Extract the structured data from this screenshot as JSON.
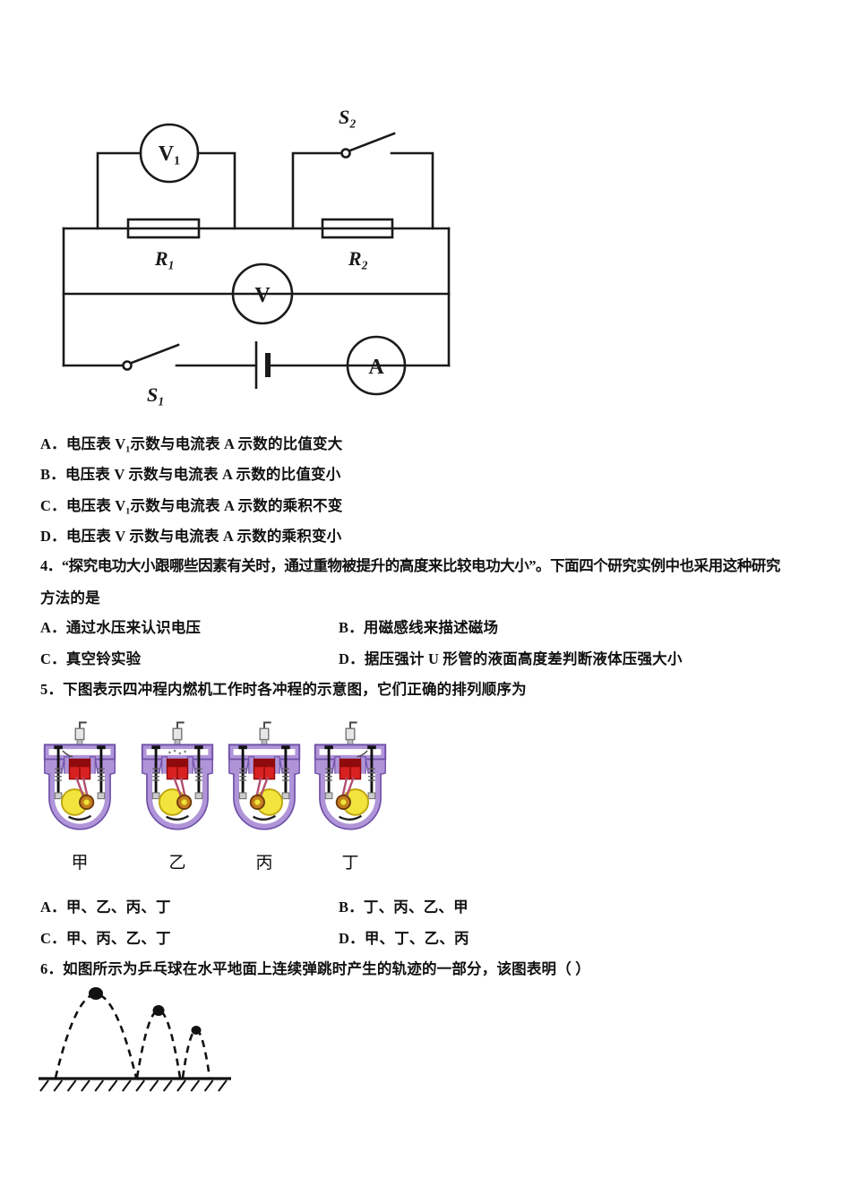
{
  "colors": {
    "text": "#111111",
    "line": "#1a1a1a",
    "engine_purple": "#b094d8",
    "engine_purple_dark": "#6f51a8",
    "piston_red": "#d92121",
    "piston_red_dark": "#8f0a0a",
    "flywheel_yellow": "#f2e43c",
    "flywheel_yellow_dark": "#bfa60f",
    "crank_orange": "#c87b22",
    "rod_pink": "#b34d6e"
  },
  "circuit": {
    "voltmeter1": "V₁",
    "voltmeter": "V",
    "ammeter": "A",
    "resistor1": "R₁",
    "resistor2": "R₂",
    "switch1": "S₁",
    "switch2": "S₂"
  },
  "question3": {
    "options": [
      "A．电压表 V₁示数与电流表 A 示数的比值变大",
      "B．电压表 V 示数与电流表 A 示数的比值变小",
      "C．电压表 V₁示数与电流表 A 示数的乘积不变",
      "D．电压表 V 示数与电流表 A 示数的乘积变小"
    ]
  },
  "question4": {
    "stem_line1": "4．“探究电功大小跟哪些因素有关时，通过重物被提升的高度来比较电功大小”。下面四个研究实例中也采用这种研究",
    "stem_line2": "方法的是",
    "options": [
      "A．通过水压来认识电压",
      "B．用磁感线来描述磁场",
      "C．真空铃实验",
      "D．据压强计 U 形管的液面高度差判断液体压强大小"
    ]
  },
  "question5": {
    "stem": "5．下图表示四冲程内燃机工作时各冲程的示意图，它们正确的排列顺序为",
    "figure_labels": [
      "甲",
      "乙",
      "丙",
      "丁"
    ],
    "options": [
      "A．甲、乙、丙、丁",
      "B．丁、丙、乙、甲",
      "C．甲、丙、乙、丁",
      "D．甲、丁、乙、丙"
    ]
  },
  "question6": {
    "stem": "6．如图所示为乒乓球在水平地面上连续弹跳时产生的轨迹的一部分，该图表明（ ）"
  }
}
